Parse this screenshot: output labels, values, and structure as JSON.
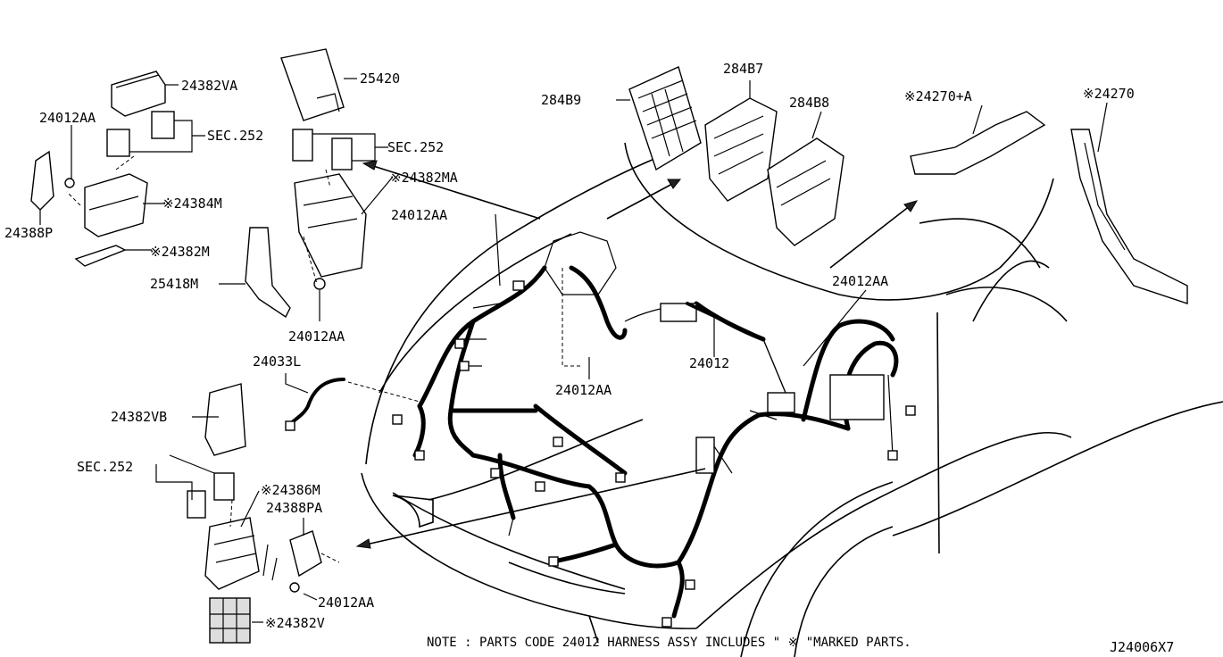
{
  "labels": {
    "l_24382VA": "24382VA",
    "l_25420": "25420",
    "l_284B7": "284B7",
    "l_284B9": "284B9",
    "l_284B8": "284B8",
    "l_24270A": "※24270+A",
    "l_24270": "※24270",
    "l_24012AA_tl": "24012AA",
    "l_sec252_a": "SEC.252",
    "l_sec252_b": "SEC.252",
    "l_24384M": "※24384M",
    "l_24388P": "24388P",
    "l_24382MA": "※24382MA",
    "l_24382M": "※24382M",
    "l_24012AA_c": "24012AA",
    "l_25418M": "25418M",
    "l_24012AA_r": "24012AA",
    "l_24012AA_m": "24012AA",
    "l_24012": "24012",
    "l_24033L": "24033L",
    "l_24012AA_c2": "24012AA",
    "l_24382VB": "24382VB",
    "l_sec252_c": "SEC.252",
    "l_24386M": "※24386M",
    "l_24388PA": "24388PA",
    "l_24012AA_b": "24012AA",
    "l_24382V": "※24382V"
  },
  "note": "NOTE : PARTS CODE 24012  HARNESS ASSY INCLUDES \" ※ \"MARKED PARTS.",
  "diagram_code": "J24006X7"
}
